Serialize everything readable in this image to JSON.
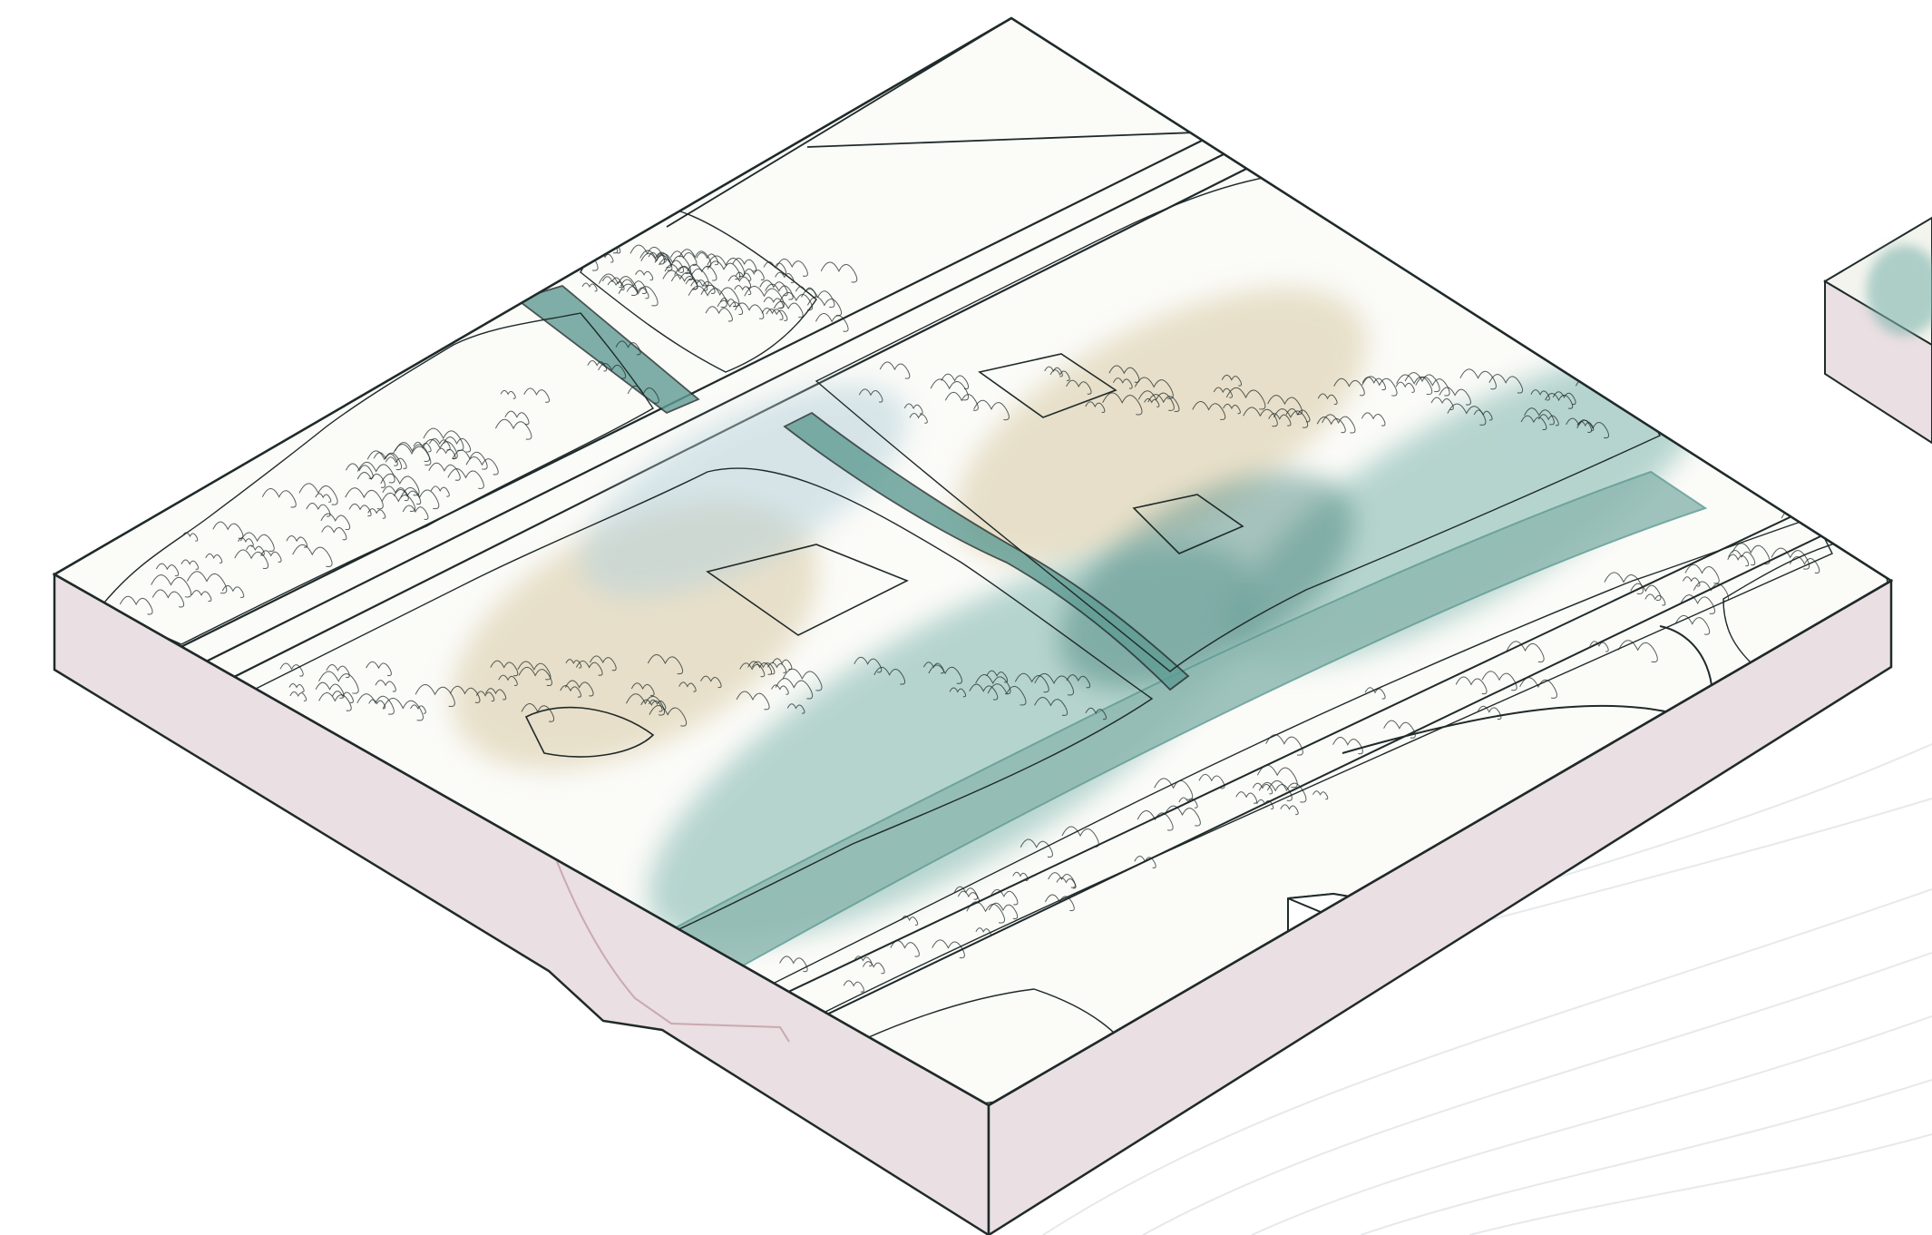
{
  "diagram": {
    "type": "isometric-landscape-section",
    "drawing_style": "hand-drawn line with watercolor wash",
    "colors": {
      "paper": "#ffffff",
      "ink": "#1f2a2a",
      "section_face": "#eadfe2",
      "section_edge": "#caa9b0",
      "ground": "#fbfbf8",
      "water": "#8fb9b2",
      "water_deep": "#5f9c93",
      "wash_teal": "#7fb5ad",
      "wash_teal_dark": "#3f7f76",
      "wash_sand": "#d7c9a3",
      "wash_blue": "#b9d3dc",
      "contour": "#e6e9ec"
    },
    "elements": [
      "terrain-block",
      "river-channel",
      "tributary-stream",
      "upper-highway",
      "lower-road",
      "tree-canopy-north",
      "wetland-forest",
      "riparian-forest",
      "building-volume",
      "adjacent-block-fragment",
      "contour-lines"
    ]
  }
}
